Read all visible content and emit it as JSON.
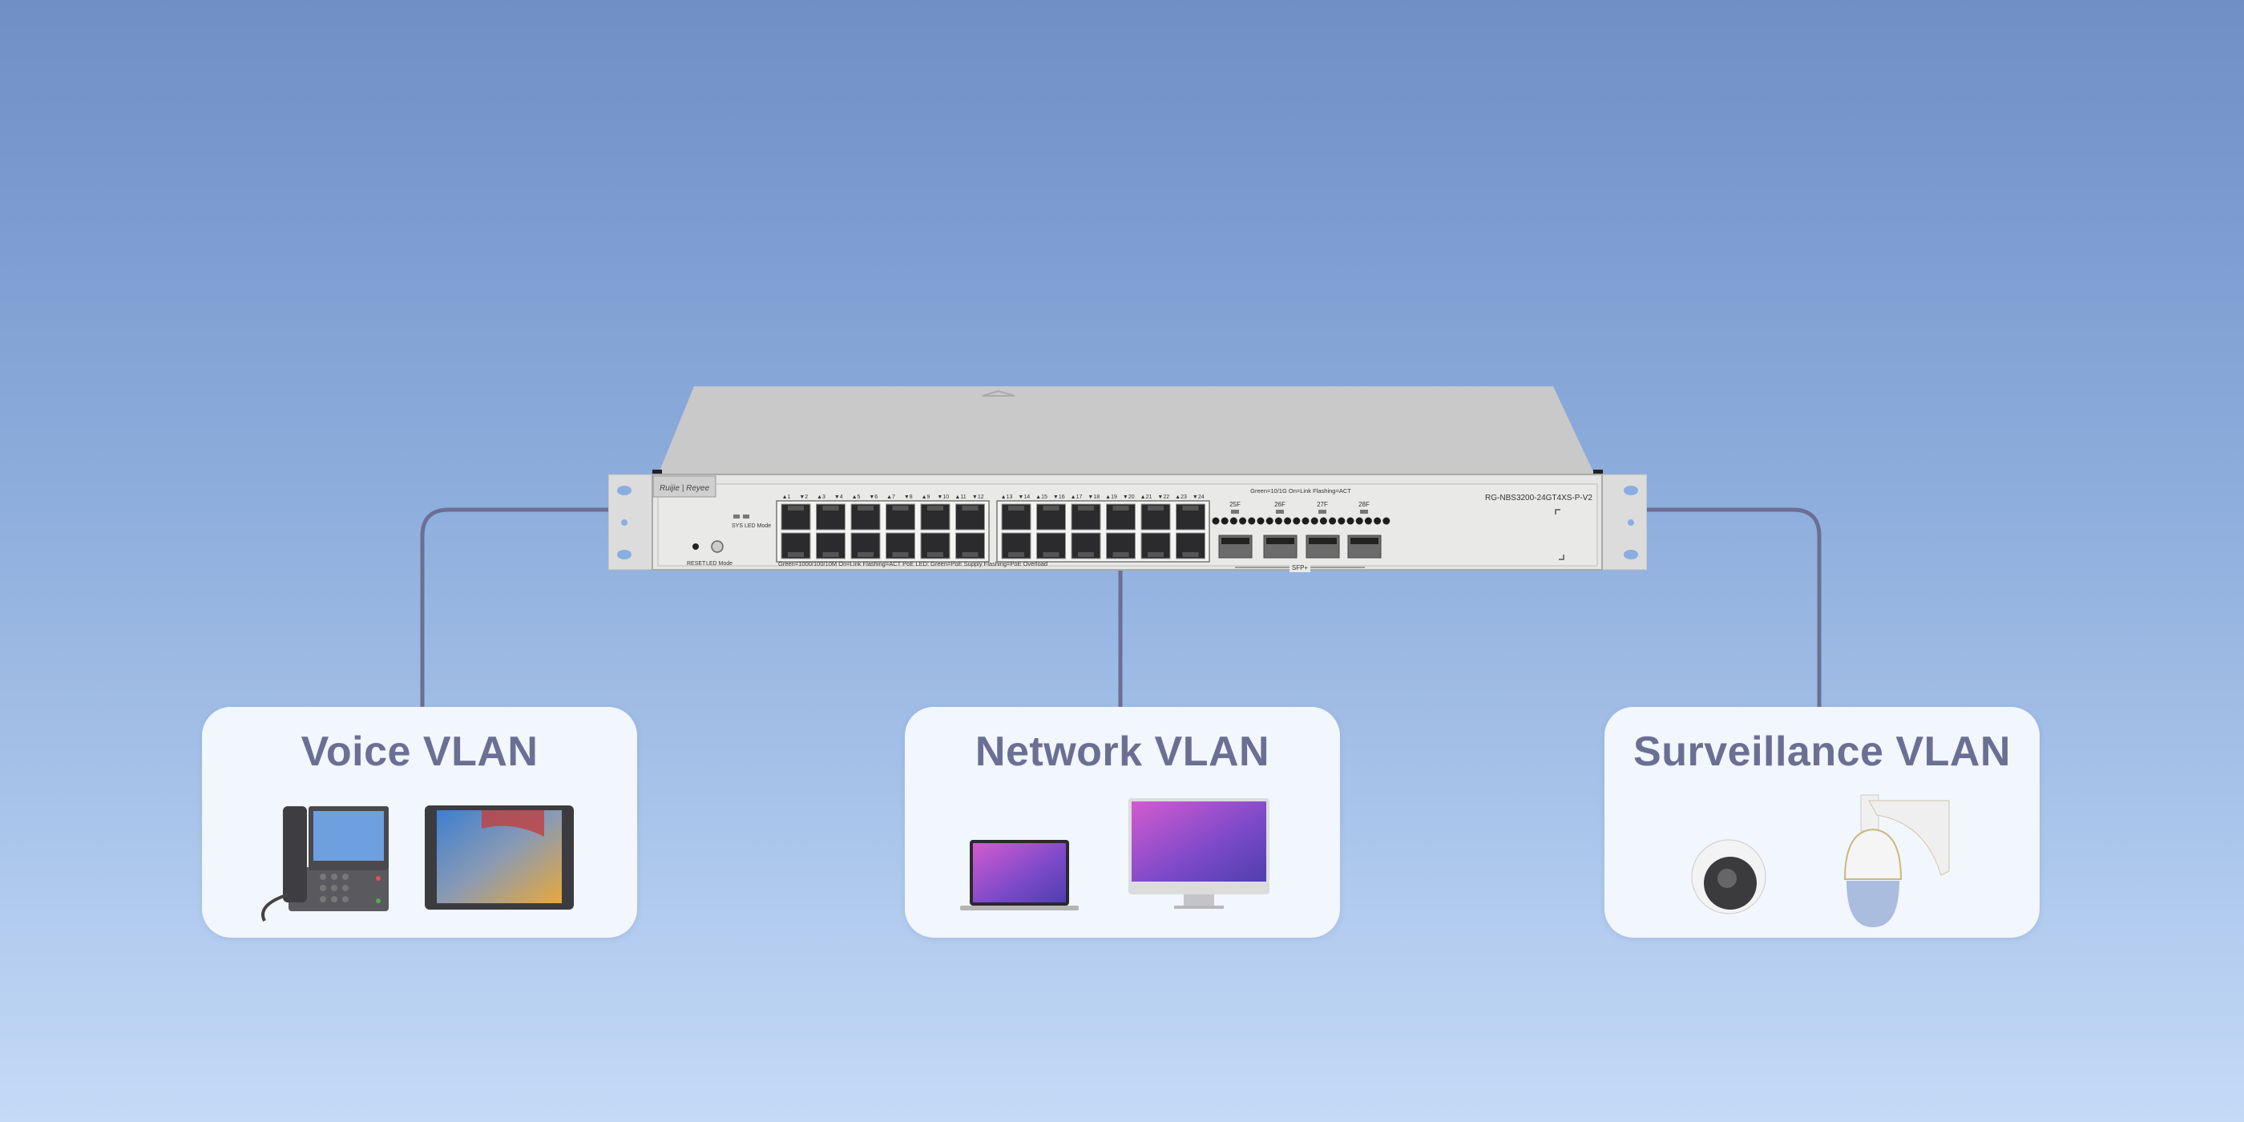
{
  "switch": {
    "brand_logo": "Ruijie | Reyee",
    "model": "RG-NBS3200-24GT4XS-P-V2",
    "sys_led_label": "SYS LED Mode",
    "reset_label": "RESET",
    "led_mode_label": "LED Mode",
    "copper_legend": "Green=1000/100/10M  On=Link  Flashing=ACT   PoE LED: Green=PoE Supply   Flashing=PoE Overload",
    "sfp_legend": "Green=10/1G  On=Link  Flashing=ACT",
    "sfp_label": "SFP+",
    "sfp_ports": [
      "25F",
      "26F",
      "27F",
      "28F"
    ],
    "rj45_port_count": 24
  },
  "vlans": [
    {
      "title": "Voice VLAN",
      "devices": [
        "ip-phone",
        "tablet"
      ]
    },
    {
      "title": "Network VLAN",
      "devices": [
        "laptop",
        "desktop-monitor"
      ]
    },
    {
      "title": "Surveillance VLAN",
      "devices": [
        "dome-camera",
        "ptz-camera"
      ]
    }
  ],
  "colors": {
    "link_line": "#6b6f94",
    "card_bg": "#f2f6fd",
    "title": "#6a6f93"
  }
}
